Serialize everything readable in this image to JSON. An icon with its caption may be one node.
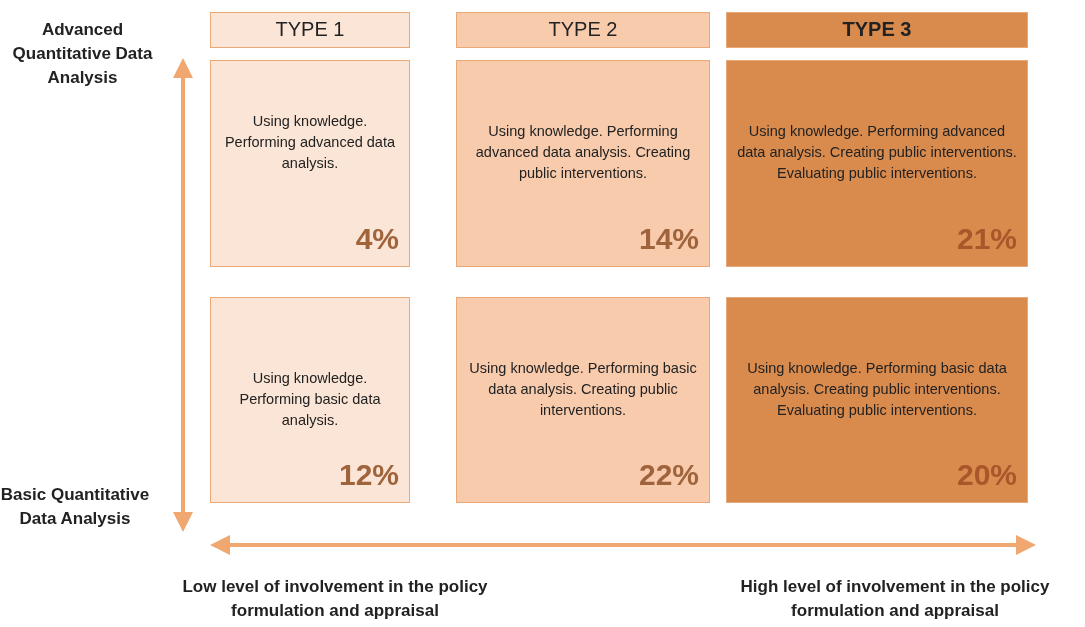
{
  "diagram": {
    "nodes": [
      {
        "text": [
          "TYPE 1"
        ]
      },
      {
        "text": [
          "TYPE 2"
        ]
      },
      {
        "text": [
          "TYPE 3"
        ]
      },
      {
        "text": [
          "Using knowledge. Performing advanced data analysis.",
          "4%"
        ]
      },
      {
        "text": [
          "Using knowledge. Performing advanced data analysis. Creating public interventions.",
          "14%"
        ]
      },
      {
        "text": [
          "Using knowledge. Performing advanced data analysis. Creating public interventions. Evaluating public interventions.",
          "21%"
        ]
      },
      {
        "text": [
          "Using knowledge. Performing basic data analysis.",
          "12%"
        ]
      },
      {
        "text": [
          "Using knowledge. Performing basic data analysis. Creating public interventions.",
          "22%"
        ]
      },
      {
        "text": [
          "Using knowledge. Performing basic data analysis. Creating public interventions. Evaluating public interventions.",
          "20%"
        ]
      }
    ],
    "labels": [
      "Advanced Quantitative Data Analysis",
      "Basic Quantitative Data Analysis",
      "Low level of involvement in the policy formulation and appraisal",
      "High level of involvement in the policy formulation and appraisal"
    ]
  }
}
